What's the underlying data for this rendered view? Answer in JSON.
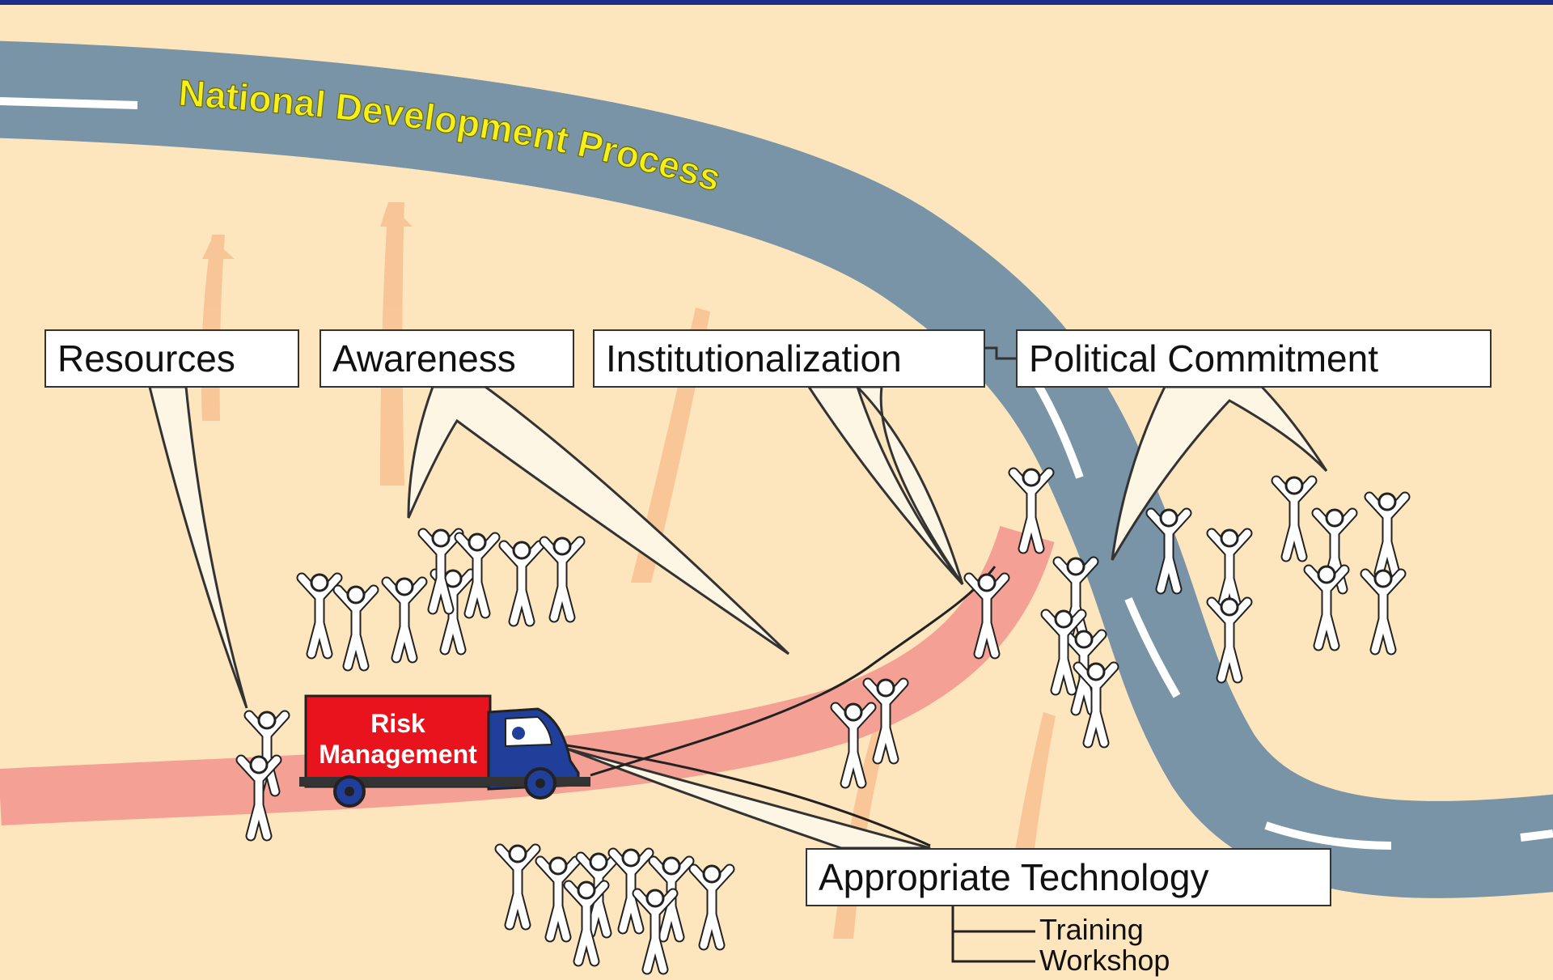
{
  "road_title": "National Development Process",
  "labels": {
    "resources": "Resources",
    "awareness": "Awareness",
    "institutionalization": "Institutionalization",
    "political_commitment": "Political Commitment",
    "appropriate_technology": "Appropriate Technology"
  },
  "truck": {
    "line1": "Risk",
    "line2": "Management"
  },
  "sub_items": [
    "Training",
    "Workshop"
  ],
  "colors": {
    "background": "#fde6bd",
    "road": "#7894a6",
    "path": "#f4a094",
    "title_text": "#f5ef1e",
    "truck_body": "#e8131c",
    "truck_cab": "#1f3f9a",
    "arrow": "#f6b888"
  }
}
